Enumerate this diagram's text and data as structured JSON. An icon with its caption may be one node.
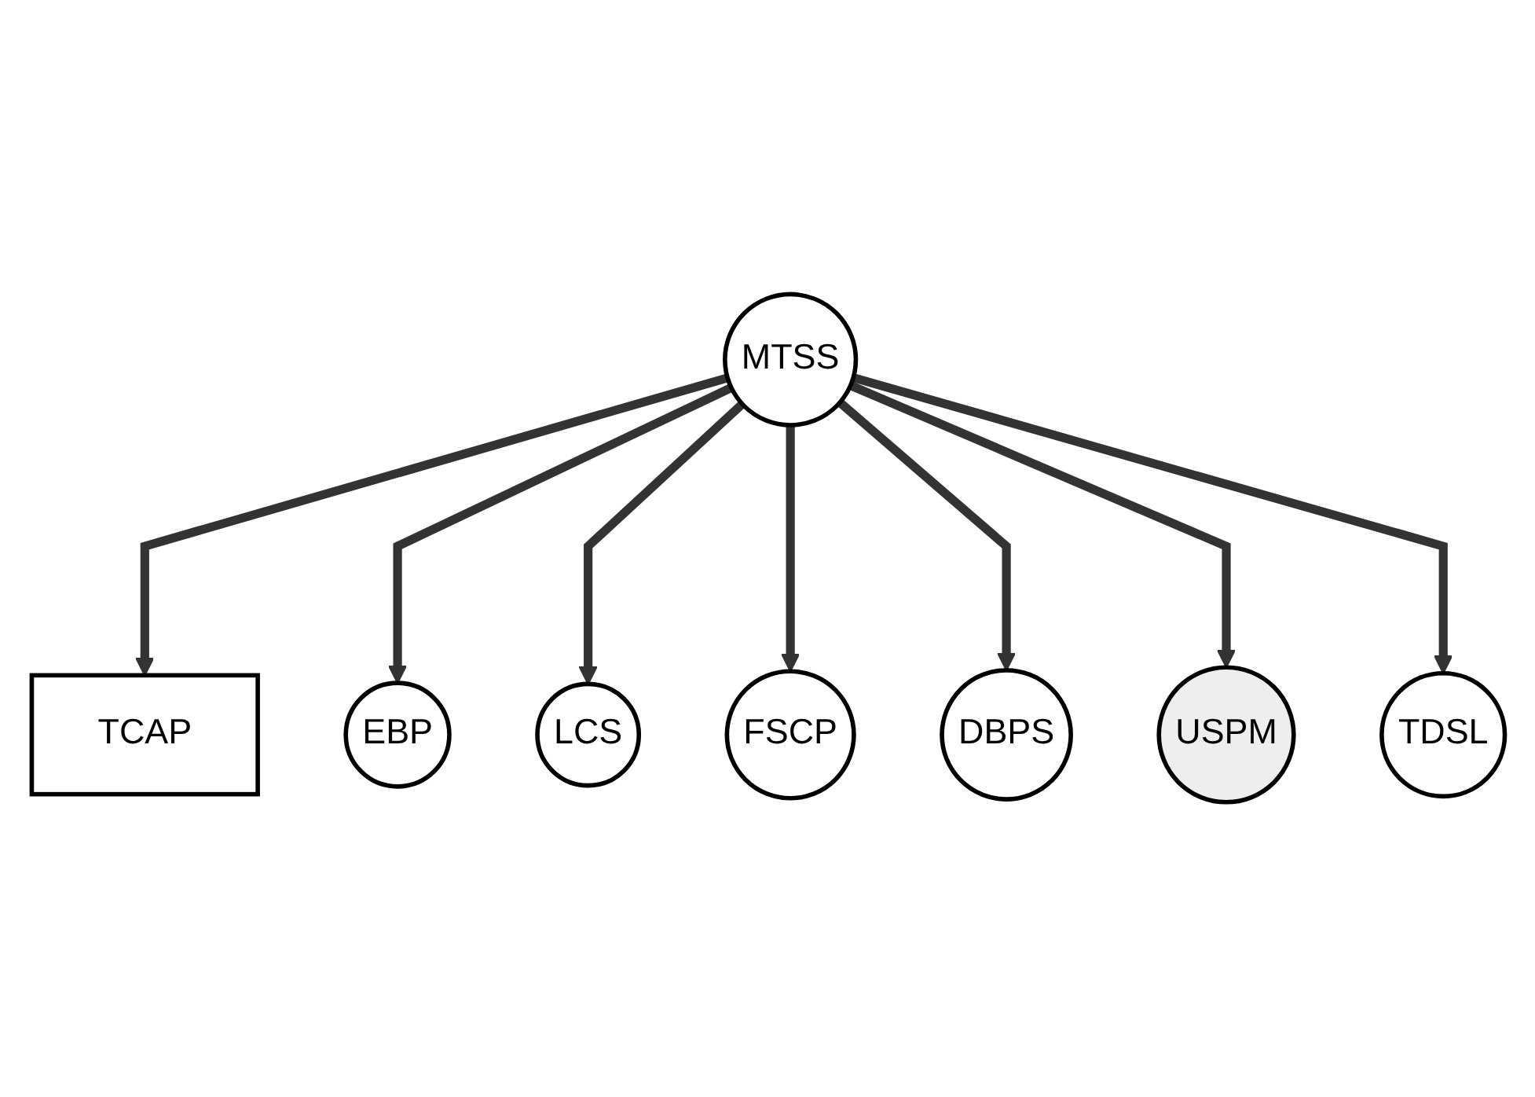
{
  "diagram": {
    "nodes": [
      {
        "text": [
          "TCAP"
        ]
      },
      {
        "text": [
          "MTSS"
        ]
      },
      {
        "text": [
          "EBP"
        ]
      },
      {
        "text": [
          "LCS"
        ]
      },
      {
        "text": [
          "FSCP"
        ]
      },
      {
        "text": [
          "DBPS"
        ]
      },
      {
        "text": [
          "USPM"
        ]
      },
      {
        "text": [
          "TDSL"
        ]
      }
    ],
    "edges": [
      {
        "from": 1,
        "to": 0,
        "arrow": "to"
      },
      {
        "from": 1,
        "to": 2,
        "arrow": "to"
      },
      {
        "from": 1,
        "to": 3,
        "arrow": "to"
      },
      {
        "from": 1,
        "to": 4,
        "arrow": "to"
      },
      {
        "from": 1,
        "to": 5,
        "arrow": "to"
      },
      {
        "from": 1,
        "to": 6,
        "arrow": "to"
      },
      {
        "from": 1,
        "to": 7,
        "arrow": "to"
      }
    ]
  }
}
